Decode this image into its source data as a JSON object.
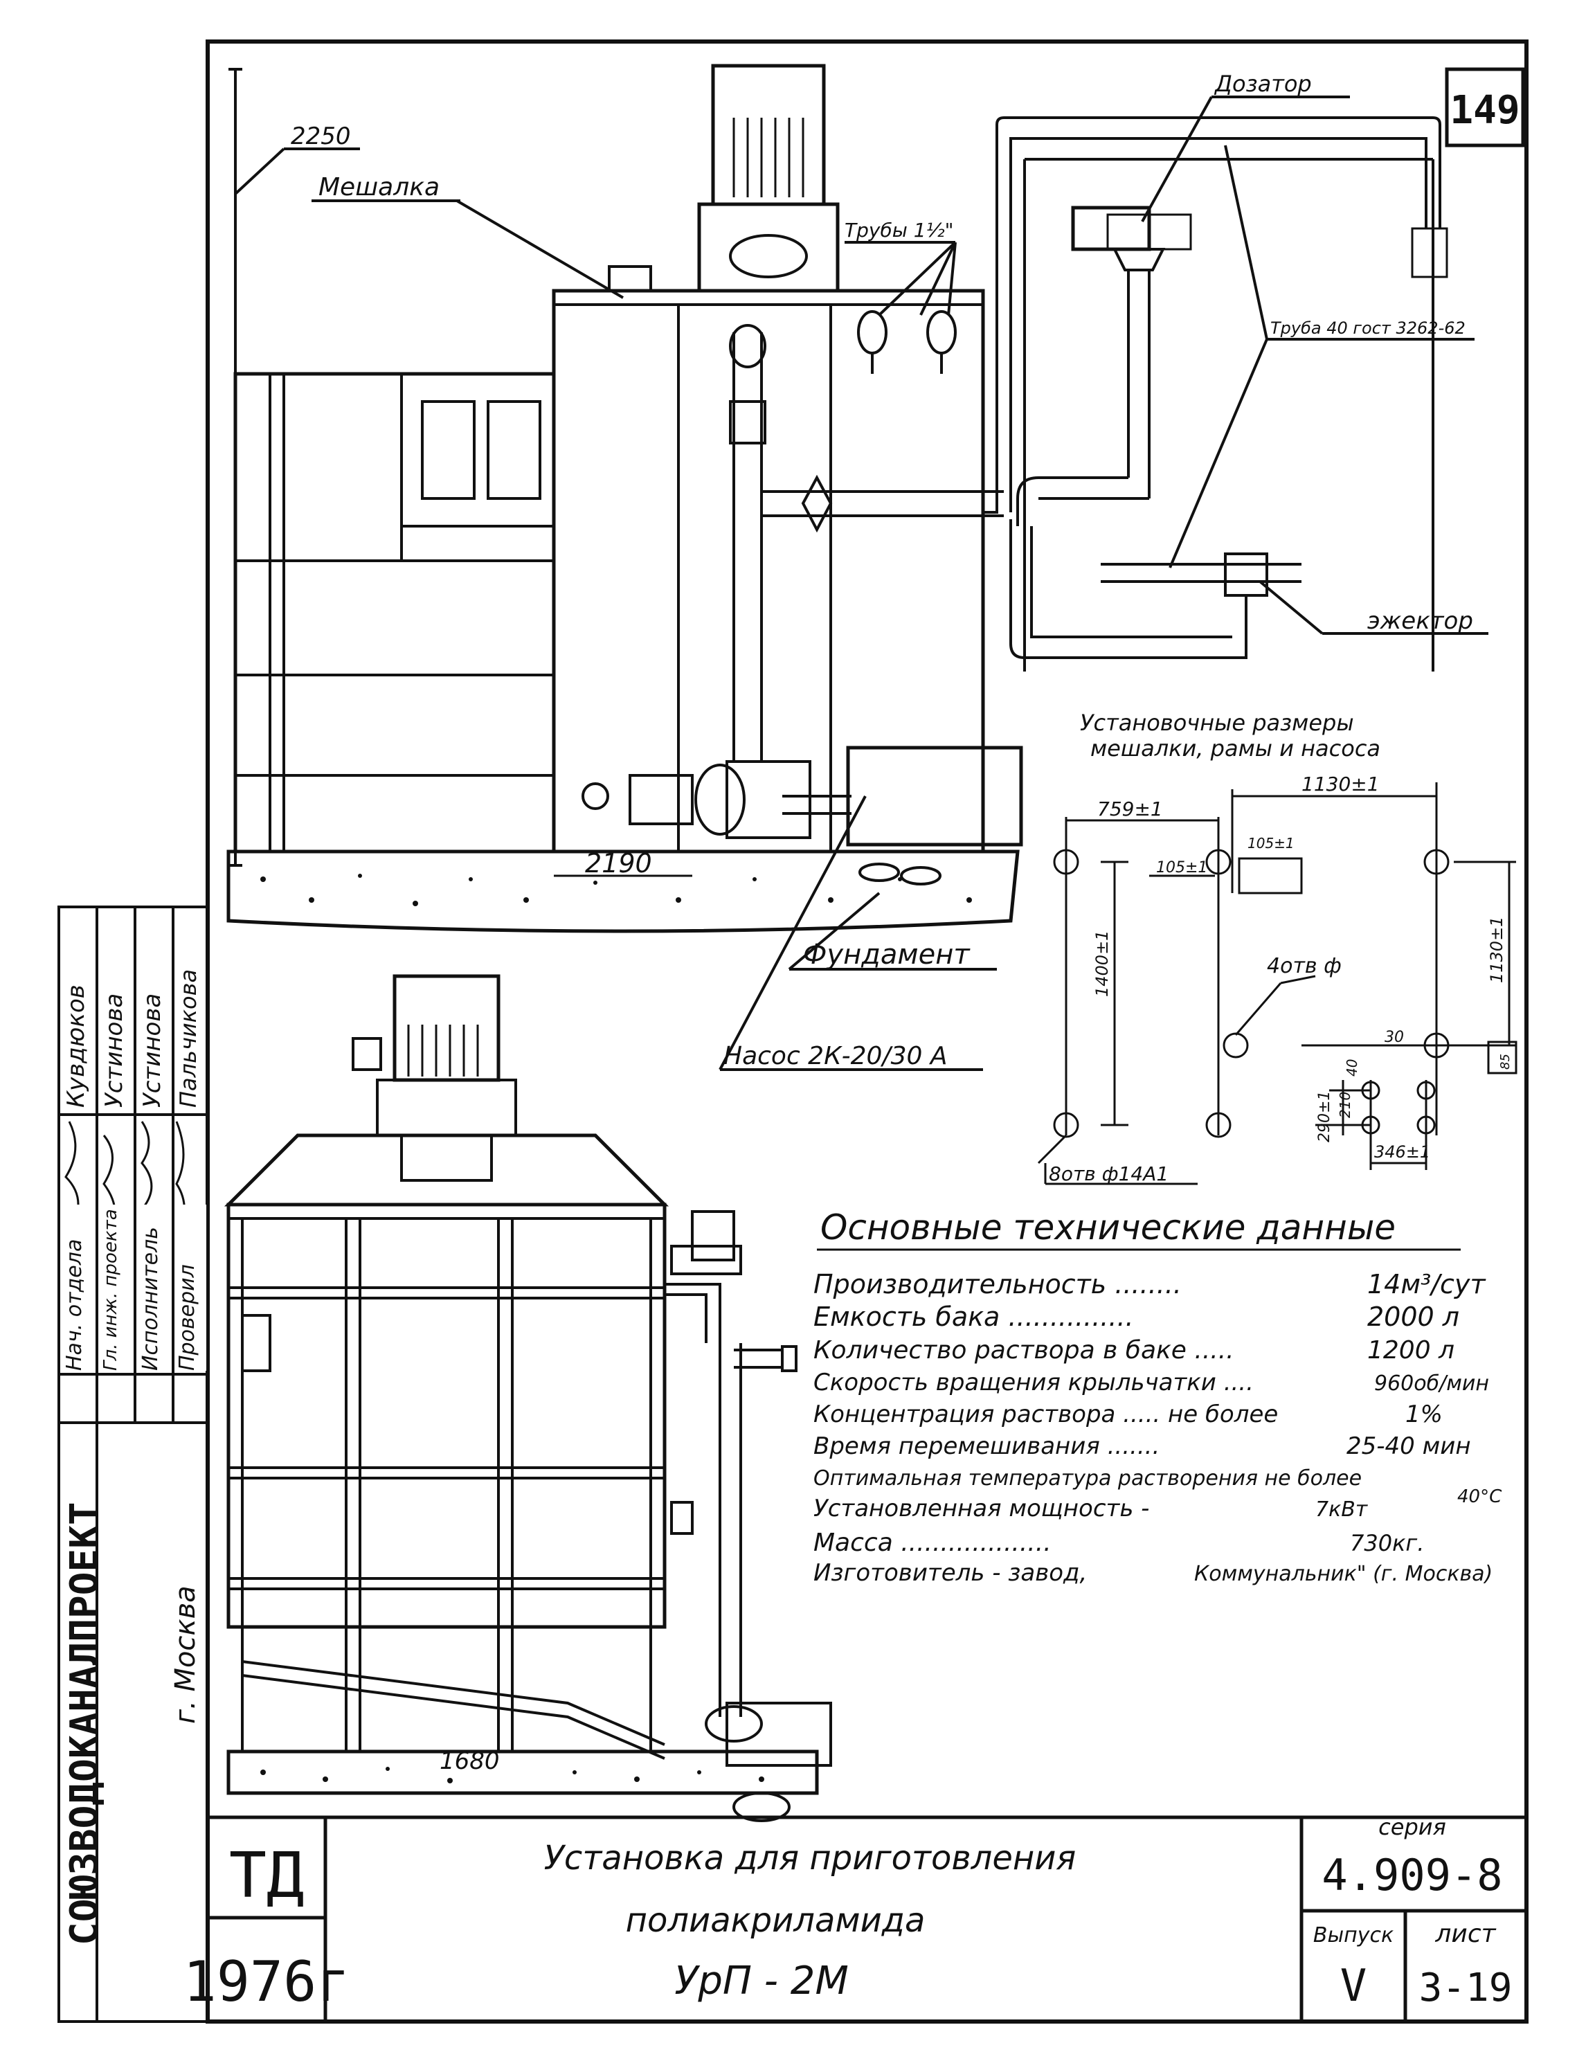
{
  "sheet_number": "149",
  "top_view": {
    "dim_height": "2250",
    "label_mixer": "Мешалка",
    "label_pipes": "Трубы 1½\"",
    "label_doser": "Дозатор",
    "label_pipe_spec": "Труба 40 гост 3262-62",
    "label_ejector": "эжектор",
    "label_foundation": "Фундамент",
    "label_pump": "Насос 2К-20/30 А",
    "dim_width": "2190"
  },
  "installation_dims": {
    "title_line1": "Установочные размеры",
    "title_line2": "мешалки, рамы и насоса",
    "dim_759": "759±1",
    "dim_1130": "1130±1",
    "dim_105a": "105±1",
    "dim_105b": "105±1",
    "dim_1400": "1400±1",
    "dim_1130v": "1130±1",
    "holes_4": "4отв ф",
    "holes_8": "8отв ф14А1",
    "dim_30": "30",
    "dim_40": "40",
    "dim_210": "210",
    "dim_290": "290±1",
    "dim_346": "346±1",
    "dim_85": "85"
  },
  "specs": {
    "heading": "Основные технические данные",
    "rows": [
      {
        "label": "Производительность ........",
        "value": "14м³/сут"
      },
      {
        "label": "Емкость бака ...............",
        "value": "2000 л"
      },
      {
        "label": "Количество раствора в баке .....",
        "value": "1200 л"
      },
      {
        "label": "Скорость вращения крыльчатки ....",
        "value": "960об/мин"
      },
      {
        "label": "Концентрация раствора ..... не более",
        "value": "1%"
      },
      {
        "label": "Время перемешивания .......",
        "value": "25-40 мин"
      },
      {
        "label": "Оптимальная температура растворения не более",
        "value": "40°С"
      },
      {
        "label": "Установленная мощность -",
        "value": "7кВт"
      },
      {
        "label": "Масса ...................",
        "value": "730кг."
      },
      {
        "label": "Изготовитель - завод,",
        "value": "Коммунальник\" (г. Москва)"
      }
    ]
  },
  "front_view": {
    "dim_width": "1680"
  },
  "side_stamp": {
    "org": "СОЮЗВОДОКАНАЛПРОЕКТ",
    "city": "г. Москва",
    "roles": [
      "Нач. отдела",
      "Гл. инж. проекта",
      "Исполнитель",
      "Проверил"
    ],
    "names": [
      "Кувдюков",
      "Устинова",
      "Устинова",
      "Пальчикова"
    ]
  },
  "title_block": {
    "td": "ТД",
    "year": "1976г",
    "title_line1": "Установка для приготовления",
    "title_line2": "полиакриламида",
    "title_line3": "УрП - 2М",
    "series_label": "серия",
    "series_value": "4.909-8",
    "issue_label": "Выпуск",
    "issue_value": "V",
    "sheet_label": "лист",
    "sheet_value": "3-19"
  }
}
